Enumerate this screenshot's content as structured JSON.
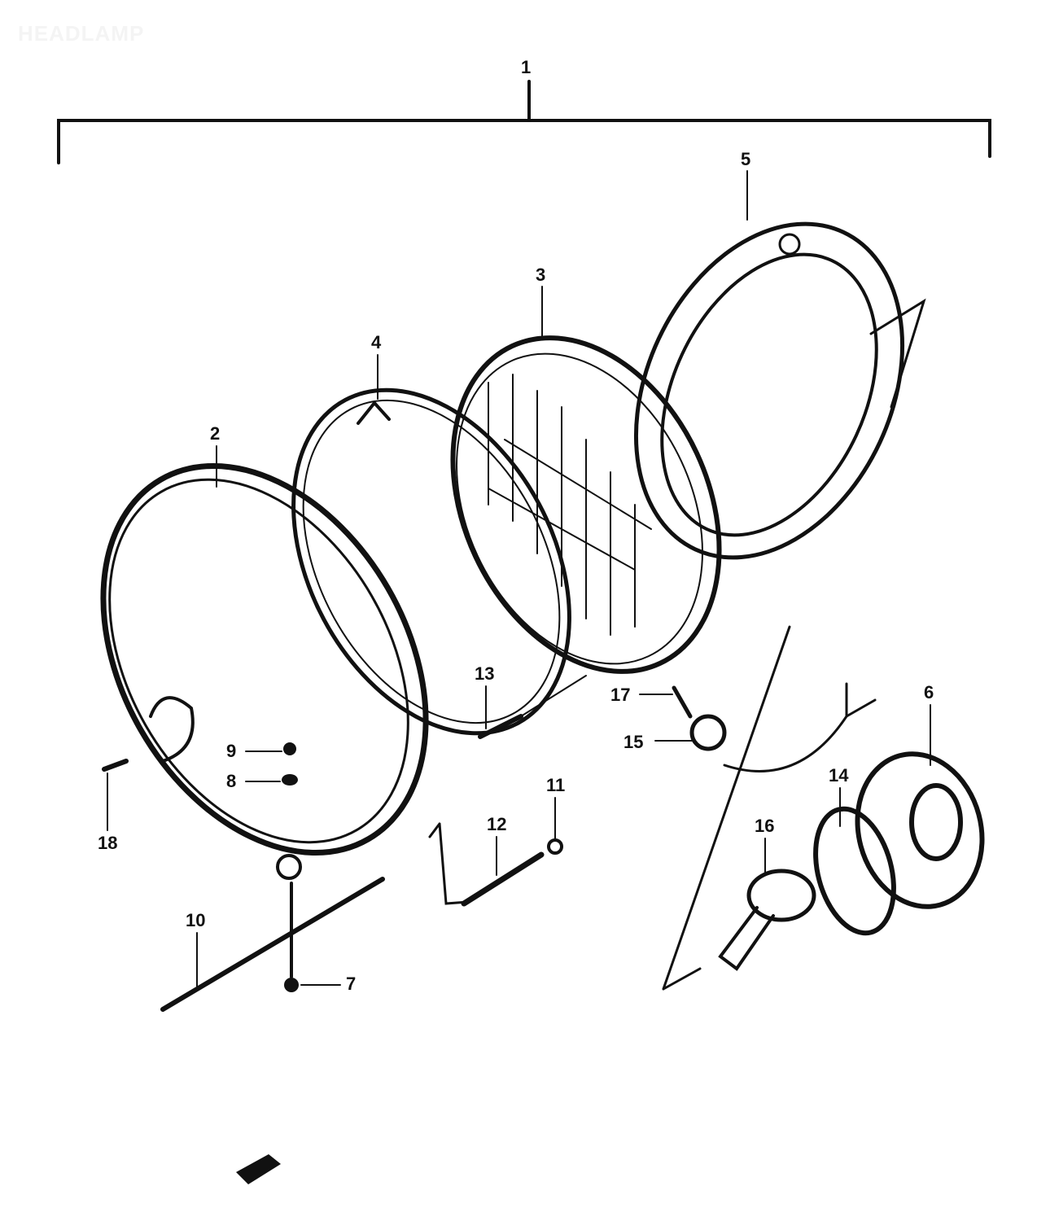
{
  "diagram": {
    "title": "HEADLAMP",
    "assembly_label": "1",
    "callouts": [
      "2",
      "3",
      "4",
      "5",
      "6",
      "7",
      "8",
      "9",
      "10",
      "11",
      "12",
      "13",
      "14",
      "15",
      "16",
      "17",
      "18"
    ],
    "colors": {
      "ink": "#111111",
      "background": "#ffffff"
    }
  }
}
